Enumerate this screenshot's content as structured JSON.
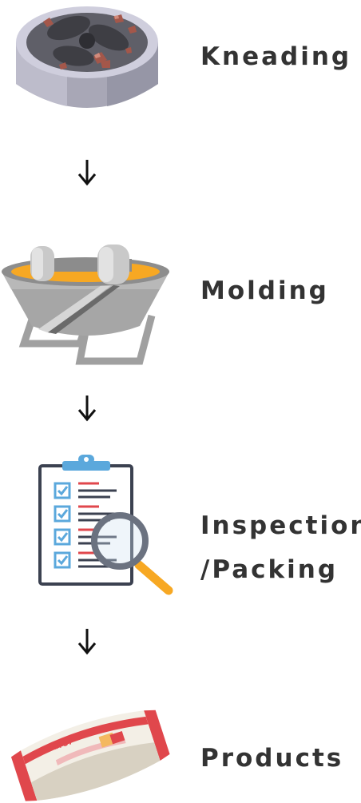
{
  "steps": [
    {
      "id": "kneading",
      "label": "Kneading",
      "icon": "kneading-machine-icon"
    },
    {
      "id": "molding",
      "label": "Molding",
      "icon": "molding-press-icon"
    },
    {
      "id": "inspection",
      "label_line1": "Inspection",
      "label_line2": "/Packing",
      "icon": "inspection-checklist-icon"
    },
    {
      "id": "products",
      "label": "Products",
      "icon": "product-package-icon"
    }
  ],
  "package_print": "RX-37",
  "colors": {
    "text": "#333333",
    "metal": "#a9a9b2",
    "accent_orange": "#f7a823",
    "checklist_blue": "#5ba8dc",
    "package_red": "#e0474c"
  }
}
